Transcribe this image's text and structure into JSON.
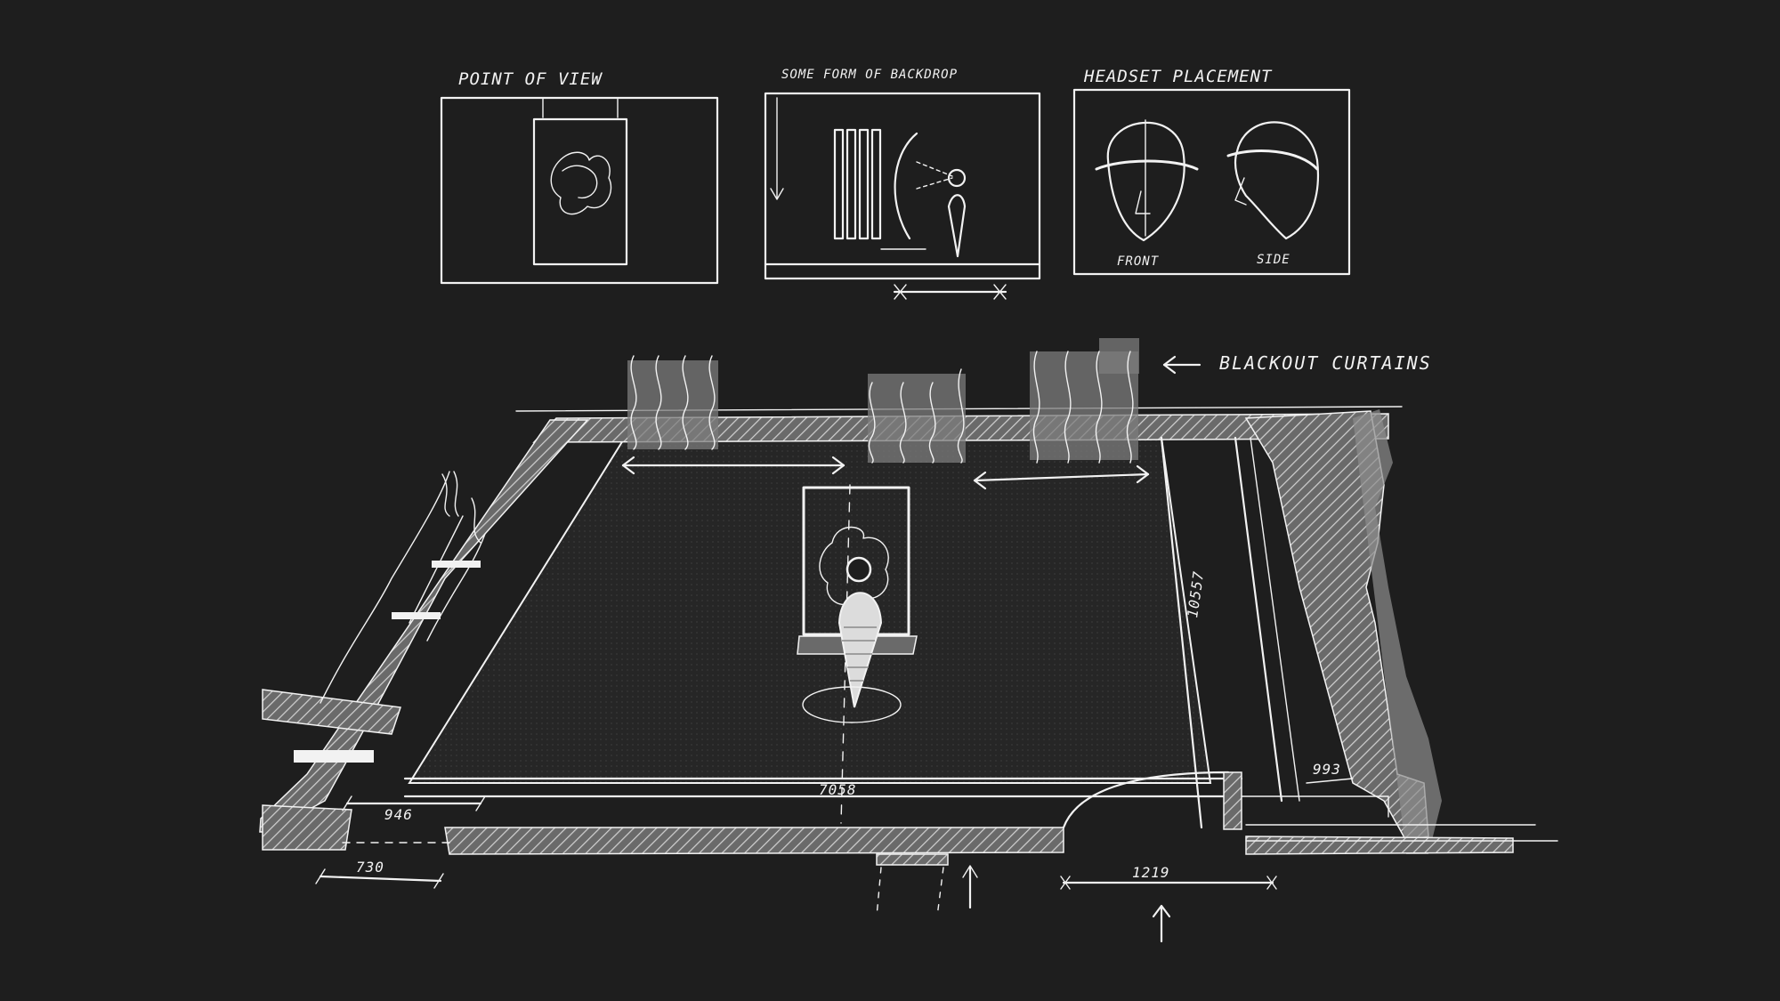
{
  "sketches": [
    {
      "id": "point-of-view",
      "title": "POINT OF VIEW"
    },
    {
      "id": "backdrop",
      "title": "SOME FORM OF BACKDROP"
    },
    {
      "id": "headset",
      "title": "HEADSET PLACEMENT",
      "labels": {
        "front": "FRONT",
        "side": "SIDE"
      }
    }
  ],
  "plan": {
    "curtains_label": "BLACKOUT CURTAINS",
    "dimensions": {
      "width": "7058",
      "depth": "10557",
      "door": "1219",
      "right_gap": "993",
      "left_a": "946",
      "left_b": "730"
    }
  },
  "colors": {
    "background": "#1e1e1e",
    "chalk": "#f2f2f2",
    "floor": "#262626",
    "curtain": "#7c7c7c"
  }
}
